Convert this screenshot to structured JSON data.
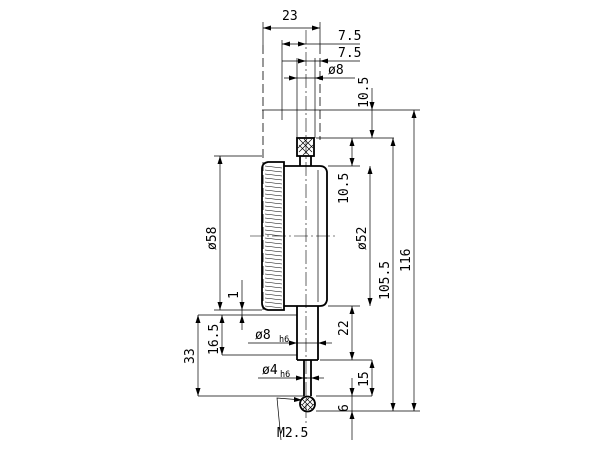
{
  "dimensions": {
    "overall_width": "23",
    "spindle_offset_upper": "7.5",
    "spindle_offset_lower": "7.5",
    "stem_dia_top": "ø8",
    "cap_height": "10.5",
    "cap_to_bezel": "10.5",
    "bezel_diameter": "ø58",
    "dial_diameter": "ø52",
    "bezel_step": "1",
    "body_height": "105.5",
    "overall_height": "116",
    "stem_offset": "16.5",
    "stem_dia_main": "ø8",
    "stem_dia_main_tol": "h6",
    "stem_length": "22",
    "contact_offset": "33",
    "contact_dia": "ø4",
    "contact_dia_tol": "h6",
    "contact_length": "15",
    "tip_length": "6",
    "thread": "M2.5"
  }
}
